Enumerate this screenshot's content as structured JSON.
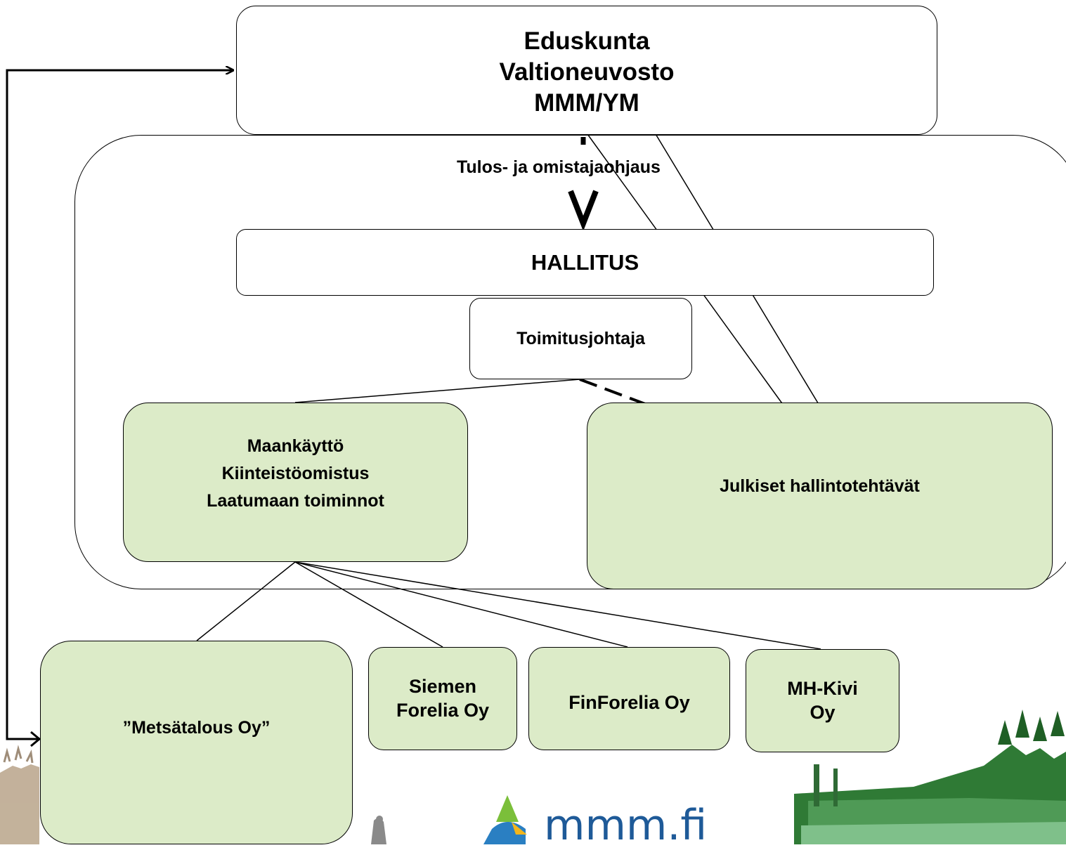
{
  "top_box": {
    "lines": [
      "Eduskunta",
      "Valtioneuvosto",
      "MMM/YM"
    ]
  },
  "steering_label": "Tulos- ja omistajaohjaus",
  "board_box": {
    "label": "HALLITUS"
  },
  "ceo_box": {
    "label": "Toimitusjohtaja"
  },
  "land_use_box": {
    "lines": [
      "Maankäyttö",
      "Kiinteistöomistus",
      "Laatumaan toiminnot"
    ]
  },
  "public_admin_box": {
    "label": "Julkiset hallintotehtävät"
  },
  "subsidiaries": [
    {
      "lines": [
        "”Metsätalous Oy”"
      ]
    },
    {
      "lines": [
        "Siemen",
        "Forelia Oy"
      ]
    },
    {
      "lines": [
        "FinForelia Oy"
      ]
    },
    {
      "lines": [
        "MH-Kivi",
        "Oy"
      ]
    }
  ],
  "logo_text": "mmm.fi",
  "colors": {
    "unit_fill": "#dcebc8",
    "border": "#000000",
    "forest": "#2f7a35"
  }
}
